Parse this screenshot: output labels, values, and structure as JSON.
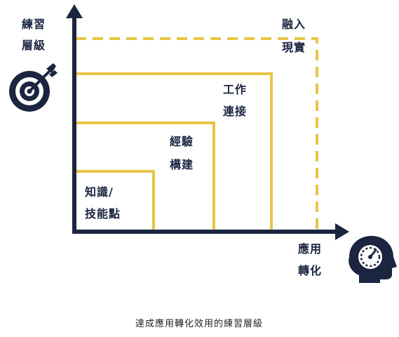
{
  "y_axis_label": [
    "練習",
    "層級"
  ],
  "x_axis_label": [
    "應用",
    "轉化"
  ],
  "levels": [
    {
      "lines": [
        "知識/",
        "技能點"
      ]
    },
    {
      "lines": [
        "經驗",
        "構建"
      ]
    },
    {
      "lines": [
        "工作",
        "連接"
      ]
    },
    {
      "lines": [
        "融入",
        "現實"
      ]
    }
  ],
  "caption": "達成應用轉化效用的練習層級",
  "icons": {
    "y_axis": "target-icon",
    "x_axis": "head-gauge-icon"
  },
  "colors": {
    "axis": "#1b2540",
    "level": "#e8c547",
    "text": "#1b2540"
  }
}
